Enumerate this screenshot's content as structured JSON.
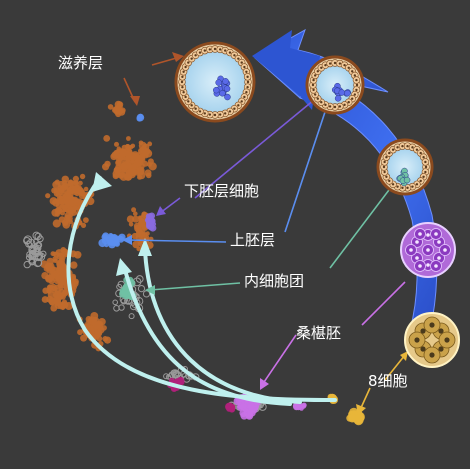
{
  "labels": {
    "trophectoderm": "滋养层",
    "hypoblast": "下胚层细胞",
    "epiblast": "上胚层",
    "inner_cell_mass": "内细胞团",
    "morula": "桑椹胚",
    "eight_cell": "8细胞"
  },
  "colors": {
    "background": "#3a3a3a",
    "trophectoderm_dots": "#c06a2c",
    "hypoblast_dots": "#8a6adf",
    "epiblast_dots": "#5a8ef0",
    "icm_dots": "#6fc1a4",
    "morula_dots": "#c971e6",
    "eight_cell_dots": "#e8b63a",
    "grey_dots": "#9a9a9a",
    "magenta_dots": "#b0207a",
    "trajectory_arrow": "#bff0ee",
    "cycle_arrow": "#2f58d8"
  },
  "icons": {
    "embryo_stages": [
      "eight-cell-embryo",
      "morula-embryo",
      "early-blastocyst",
      "mid-blastocyst",
      "late-blastocyst",
      "expanded-blastocyst"
    ]
  }
}
